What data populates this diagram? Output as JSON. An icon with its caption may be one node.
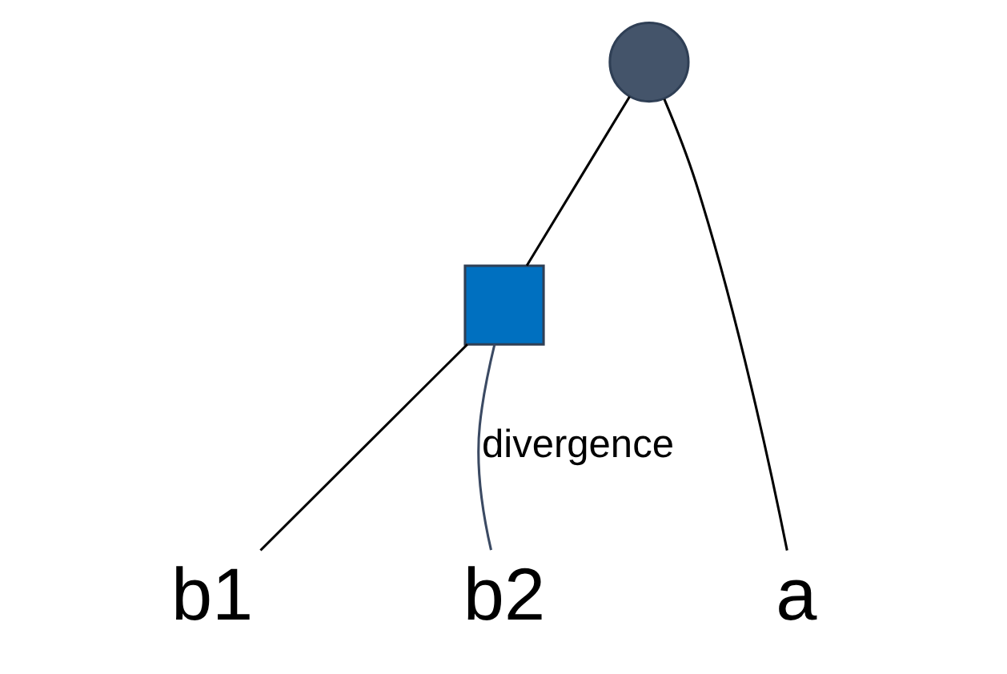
{
  "diagram": {
    "nodes": [
      {
        "text": [],
        "shape": "circle"
      },
      {
        "text": [],
        "shape": "box"
      },
      {
        "text": [
          "a"
        ]
      },
      {
        "text": [
          "b1"
        ]
      },
      {
        "text": [
          "b2"
        ]
      }
    ],
    "edges": [
      {
        "from": 0,
        "to": 2,
        "arrow": "none"
      },
      {
        "from": 0,
        "to": 1,
        "arrow": "none"
      },
      {
        "from": 1,
        "to": 3,
        "arrow": "none"
      },
      {
        "from": 1,
        "to": 4,
        "arrow": "none",
        "label": "divergence",
        "color": "#3b4a63"
      }
    ]
  }
}
